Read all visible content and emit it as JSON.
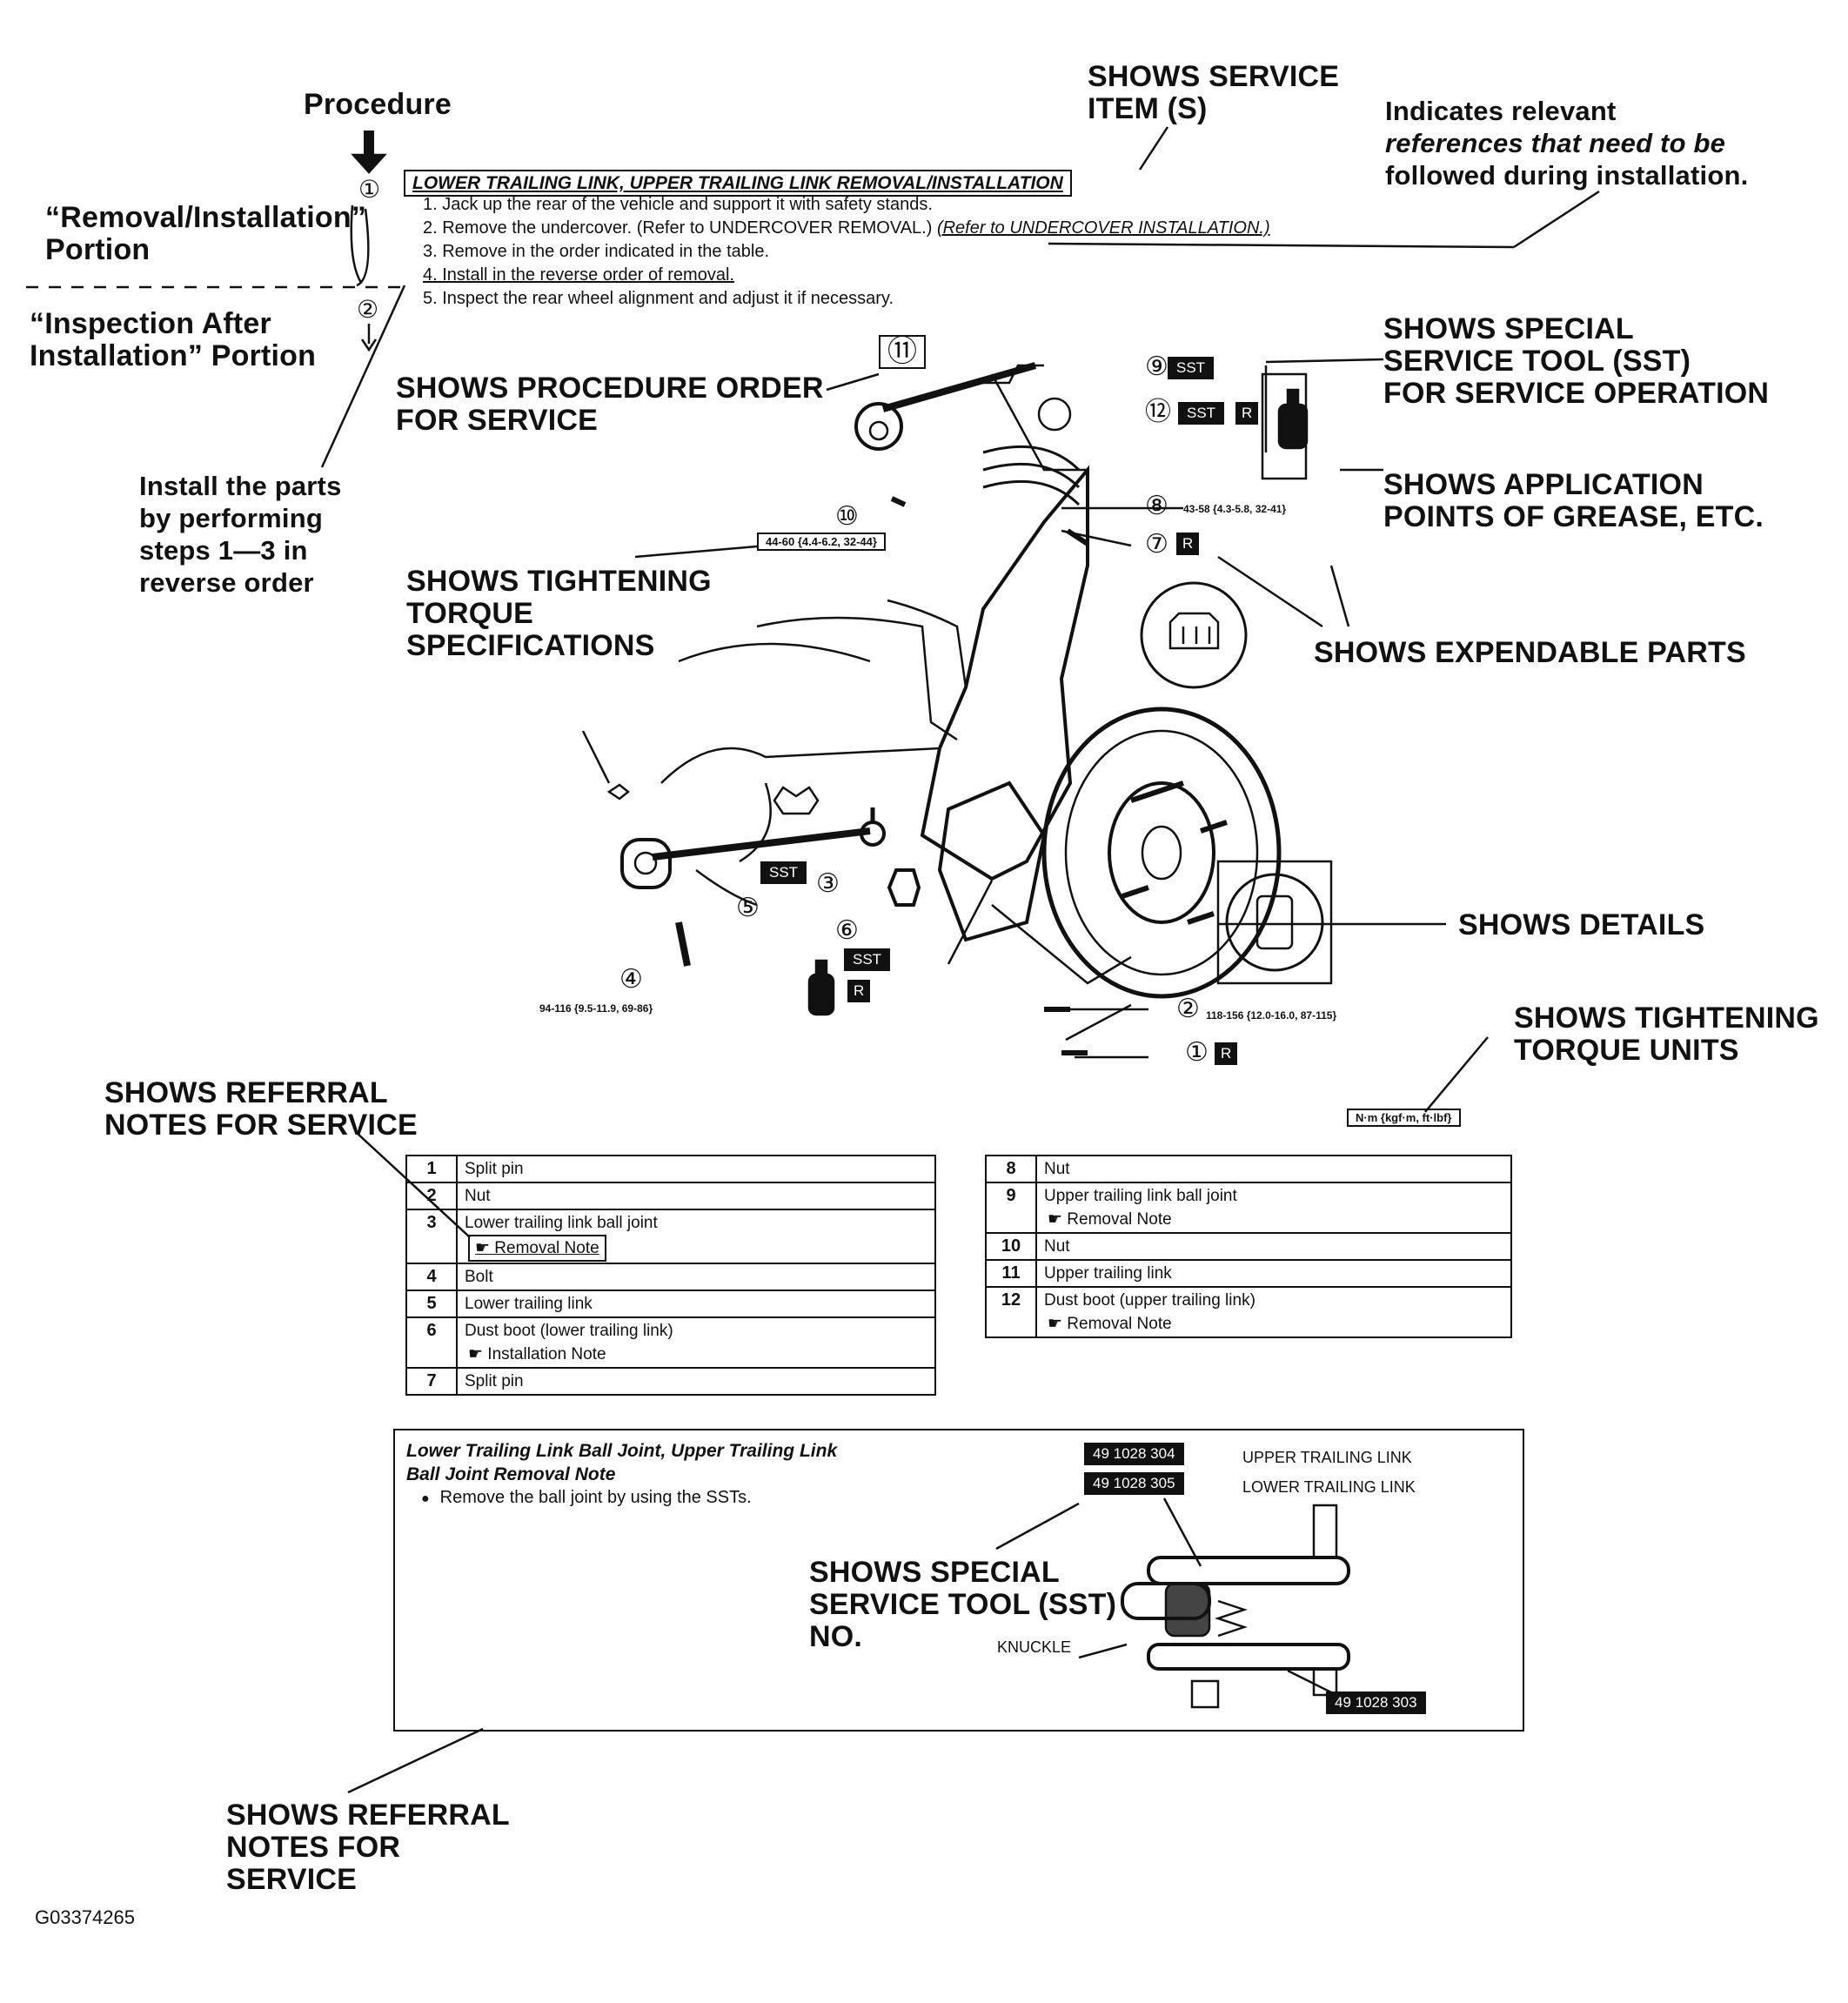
{
  "callouts": {
    "procedure": "Procedure",
    "service_item": [
      "SHOWS SERVICE",
      "ITEM (S)"
    ],
    "references": [
      "Indicates relevant",
      "references that need to be",
      "followed during installation."
    ],
    "removal_installation": [
      "“Removal/Installation”",
      "Portion"
    ],
    "inspection_after": [
      "“Inspection After",
      "Installation” Portion"
    ],
    "procedure_order": [
      "SHOWS PROCEDURE ORDER",
      "FOR SERVICE"
    ],
    "sst_operation": [
      "SHOWS SPECIAL",
      "SERVICE TOOL (SST)",
      "FOR SERVICE OPERATION"
    ],
    "grease": [
      "SHOWS APPLICATION",
      "POINTS OF GREASE, ETC."
    ],
    "install_reverse": [
      "Install the parts",
      "by performing",
      "steps 1—3 in",
      "reverse order"
    ],
    "tightening_torque": [
      "SHOWS TIGHTENING",
      "TORQUE",
      "SPECIFICATIONS"
    ],
    "expendable": "SHOWS EXPENDABLE PARTS",
    "details": "SHOWS DETAILS",
    "torque_units": [
      "SHOWS TIGHTENING",
      "TORQUE  UNITS"
    ],
    "referral_top": [
      "SHOWS REFERRAL",
      "NOTES FOR SERVICE"
    ],
    "sst_no": [
      "SHOWS SPECIAL",
      "SERVICE TOOL (SST)",
      "NO."
    ],
    "referral_bottom": [
      "SHOWS REFERRAL",
      "NOTES FOR",
      "SERVICE"
    ]
  },
  "procedure": {
    "title": "LOWER TRAILING LINK, UPPER TRAILING LINK REMOVAL/INSTALLATION",
    "steps": [
      "1. Jack up the rear of the vehicle and support it with safety stands.",
      "2. Remove the undercover. (Refer to UNDERCOVER REMOVAL.)",
      "3. Remove in the order indicated in the table.",
      "4. Install in the reverse order of removal.",
      "5. Inspect the rear wheel alignment and adjust it if necessary."
    ],
    "step2_ref": "(Refer to UNDERCOVER INSTALLATION.)",
    "markers": [
      "①",
      "②"
    ]
  },
  "diagram": {
    "torque_specs": {
      "part8": "43-58 {4.3-5.8, 32-41}",
      "part10": "44-60 {4.4-6.2, 32-44}",
      "part4": "94-116 {9.5-11.9, 69-86}",
      "part2": "118-156 {12.0-16.0, 87-115}"
    },
    "numbers": [
      "①",
      "②",
      "③",
      "④",
      "⑤",
      "⑥",
      "⑦",
      "⑧",
      "⑨",
      "⑩",
      "⑪",
      "⑫"
    ],
    "sst": "SST",
    "r": "R",
    "torque_units": "N·m {kgf·m, ft·lbf}"
  },
  "parts_left": [
    {
      "num": "1",
      "name": "Split pin",
      "note": ""
    },
    {
      "num": "2",
      "name": "Nut",
      "note": ""
    },
    {
      "num": "3",
      "name": "Lower trailing link ball joint",
      "note": "☛ Removal Note"
    },
    {
      "num": "4",
      "name": "Bolt",
      "note": ""
    },
    {
      "num": "5",
      "name": "Lower trailing link",
      "note": ""
    },
    {
      "num": "6",
      "name": "Dust boot (lower trailing link)",
      "note": "☛ Installation Note"
    },
    {
      "num": "7",
      "name": "Split pin",
      "note": ""
    }
  ],
  "parts_right": [
    {
      "num": "8",
      "name": "Nut",
      "note": ""
    },
    {
      "num": "9",
      "name": "Upper trailing link ball joint",
      "note": "☛ Removal Note"
    },
    {
      "num": "10",
      "name": "Nut",
      "note": ""
    },
    {
      "num": "11",
      "name": "Upper trailing link",
      "note": ""
    },
    {
      "num": "12",
      "name": "Dust boot (upper trailing link)",
      "note": "☛ Removal Note"
    }
  ],
  "note_panel": {
    "title_lines": [
      "Lower Trailing Link Ball Joint, Upper Trailing Link",
      "Ball Joint Removal Note"
    ],
    "bullet": "Remove the ball joint by using the SSTs.",
    "sst_upper_code": "49 1028 304",
    "sst_upper_label": "UPPER TRAILING LINK",
    "sst_lower_code": "49 1028 305",
    "sst_lower_label": "LOWER TRAILING LINK",
    "sst_bottom_code": "49 1028 303",
    "knuckle": "KNUCKLE"
  },
  "figure_id": "G03374265"
}
